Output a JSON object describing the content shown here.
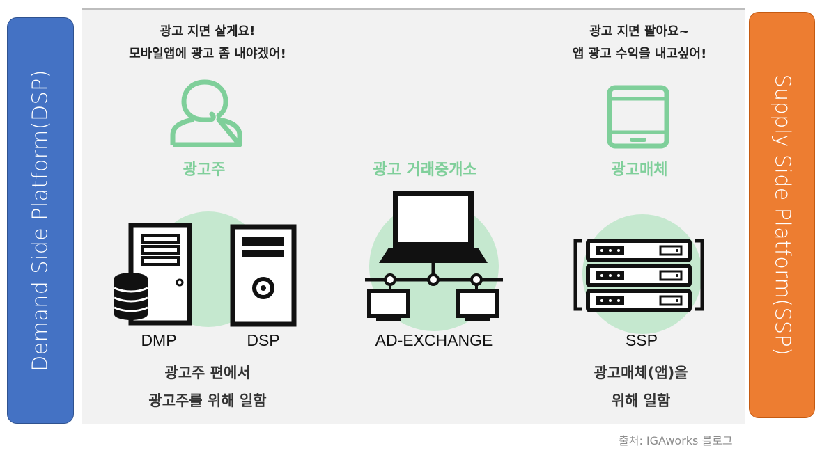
{
  "left_panel": {
    "label": "Demand Side Platform(DSP)",
    "color": "#4472c4"
  },
  "right_panel": {
    "label": "Supply Side Platform(SSP)",
    "color": "#ed7d31"
  },
  "advertiser": {
    "quote_line1": "광고 지면 살게요!",
    "quote_line2": "모바일앱에 광고 좀 내야겠어!",
    "role": "광고주",
    "icon": "person-icon"
  },
  "exchange": {
    "role": "광고 거래중개소",
    "label": "AD-EXCHANGE",
    "icon": "network-computer-icon"
  },
  "publisher": {
    "quote_line1": "광고 지면 팔아요~",
    "quote_line2": "앱 광고 수익을 내고싶어!",
    "role": "광고매체",
    "icon": "tablet-icon"
  },
  "dmp": {
    "label": "DMP",
    "icon": "server-database-icon"
  },
  "dsp": {
    "label": "DSP",
    "icon": "server-tower-icon"
  },
  "ssp": {
    "label": "SSP",
    "icon": "server-rack-icon"
  },
  "advertiser_desc": {
    "line1": "광고주 편에서",
    "line2": "광고주를 위해 일함"
  },
  "publisher_desc": {
    "line1": "광고매체(앱)을",
    "line2": "위해 일함"
  },
  "source": "출처: IGAworks 블로그",
  "colors": {
    "accent_green": "#7fcf9a",
    "circle_green": "#c5e8cf",
    "icon_dark": "#111111"
  }
}
